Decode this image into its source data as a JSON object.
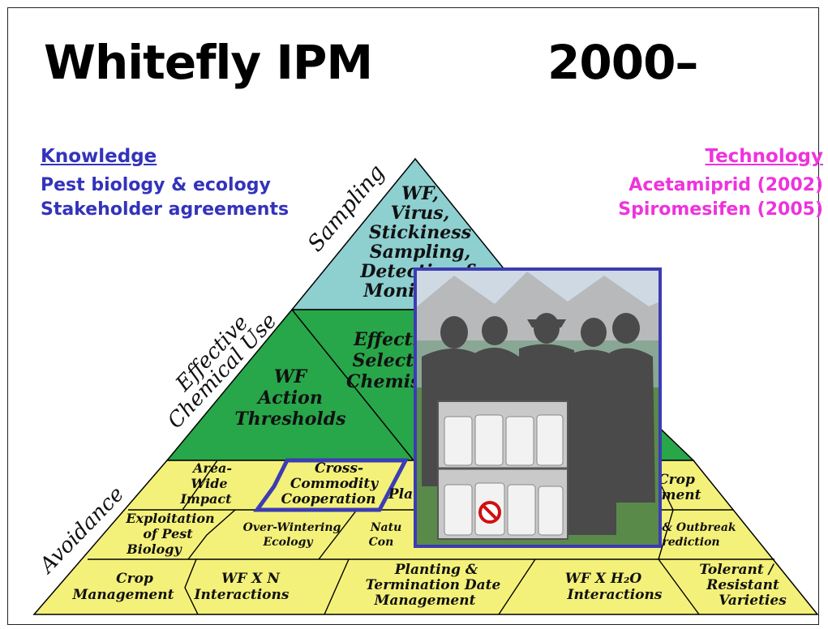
{
  "title_left": "Whitefly IPM",
  "title_right": "2000–",
  "knowledge": {
    "heading": "Knowledge",
    "items": [
      "Pest biology & ecology",
      "Stakeholder agreements"
    ]
  },
  "technology": {
    "heading": "Technology",
    "items": [
      "Acetamiprid (2002)",
      "Spiromesifen (2005)"
    ]
  },
  "axes": {
    "sampling": "Sampling",
    "chemical_1": "Effective",
    "chemical_2": "Chemical Use",
    "avoidance": "Avoidance"
  },
  "top_tier": [
    "WF,",
    "Virus,",
    "Stickiness",
    "Sampling,",
    "Detection &",
    "Monitoring"
  ],
  "mid_left": [
    "WF",
    "Action",
    "Thresholds"
  ],
  "mid_right": [
    "Effective",
    "Selective",
    "Chemistry"
  ],
  "bottom": {
    "area_wide": [
      "Area-",
      "Wide",
      "Impact"
    ],
    "cross_commodity": [
      "Cross-",
      "Commodity",
      "Cooperation"
    ],
    "planting_partial": "Pla",
    "crop_partial": [
      "Crop",
      "ment"
    ],
    "exploitation": [
      "Exploitation",
      "of Pest",
      "Biology"
    ],
    "over_wintering": [
      "Over-Wintering",
      "Ecology"
    ],
    "natural_partial": [
      "Natu",
      "Con"
    ],
    "outbreak_partial": [
      "& Outbreak",
      "rediction"
    ],
    "crop_management": [
      "Crop",
      "Management"
    ],
    "wf_x_n": [
      "WF X N",
      "Interactions"
    ],
    "planting_termination": [
      "Planting &",
      "Termination Date",
      "Management"
    ],
    "wf_x_h2o": [
      "WF X H₂O",
      "Interactions"
    ],
    "tolerant": [
      "Tolerant /",
      "Resistant",
      "Varieties"
    ]
  },
  "colors": {
    "top_tier": "#8ecfd0",
    "middle_tier": "#28a64a",
    "bottom_tier": "#f4f17a",
    "overlay_border": "#3c3cb4",
    "knowledge": "#3333bb",
    "technology": "#ee33dd"
  },
  "overlay_icon": "no-symbol-icon"
}
